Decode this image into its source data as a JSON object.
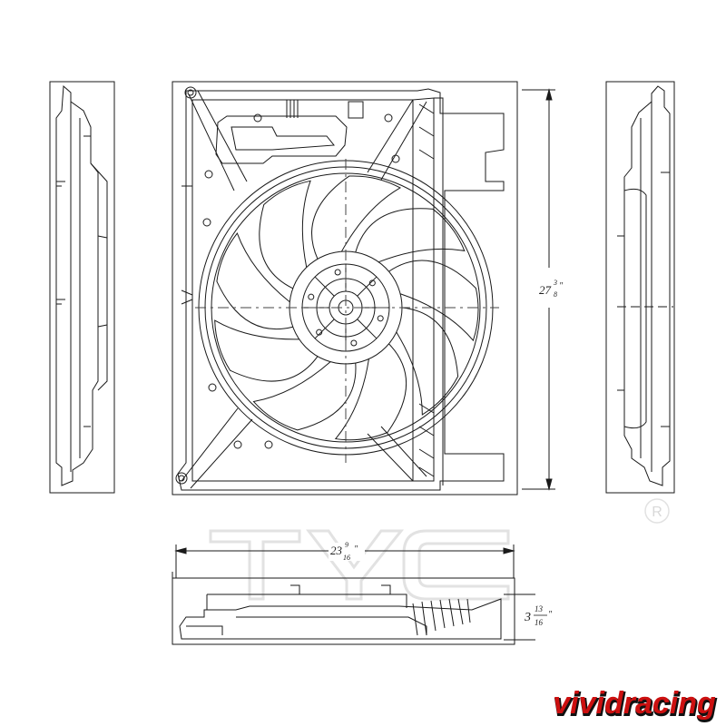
{
  "dimensions": {
    "height": {
      "whole": "27",
      "num": "3",
      "den": "8",
      "unit": "″"
    },
    "width": {
      "whole": "23",
      "num": "9",
      "den": "16",
      "unit": "″"
    },
    "depth": {
      "whole": "3",
      "num": "13",
      "den": "16",
      "unit": "″"
    }
  },
  "watermark": {
    "registered_mark": "R",
    "logo": "TYC"
  },
  "brand": {
    "name": "vividracing",
    "color": "#cc1010"
  },
  "colors": {
    "line": "#1a1a1a",
    "watermark": "#e4e4e4"
  }
}
